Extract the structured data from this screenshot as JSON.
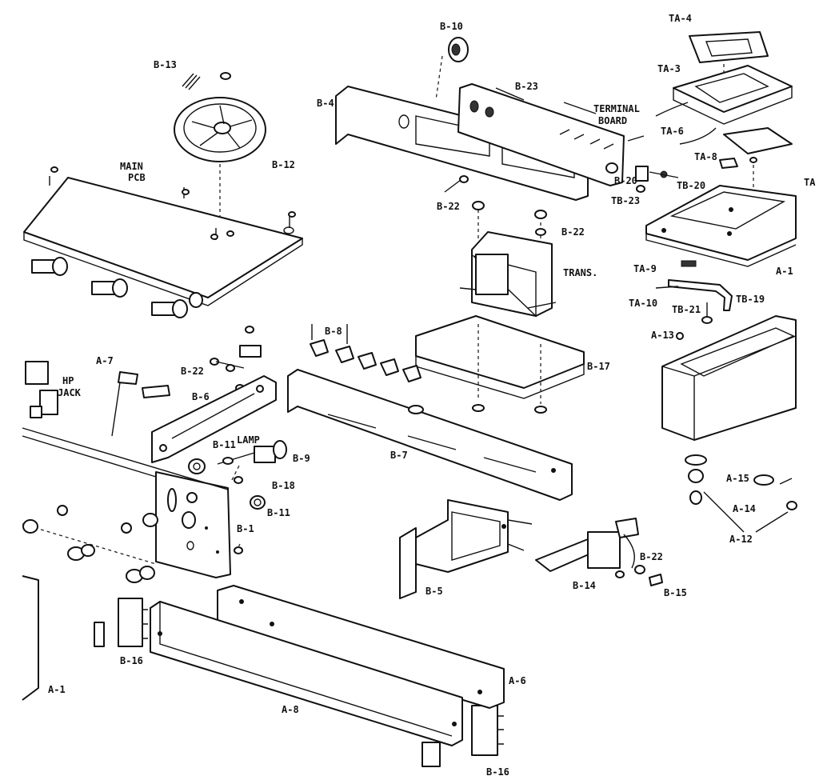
{
  "labels": {
    "b10": "B-10",
    "ta4": "TA-4",
    "b13": "B-13",
    "b23": "B-23",
    "ta3": "TA-3",
    "b4": "B-4",
    "terminal": "TERMINAL",
    "board": "BOARD",
    "ta6": "TA-6",
    "main": "MAIN",
    "pcb": "PCB",
    "b12": "B-12",
    "ta8": "TA-8",
    "b20": "B-20",
    "tb20": "TB-20",
    "ta_edge": "TA",
    "tb23": "TB-23",
    "b22a": "B-22",
    "b22b": "B-22",
    "trans": "TRANS.",
    "a1a": "A-1",
    "ta9": "TA-9",
    "tb19": "TB-19",
    "ta10": "TA-10",
    "tb21": "TB-21",
    "b8": "B-8",
    "a13": "A-13",
    "a7": "A-7",
    "b22c": "B-22",
    "b17": "B-17",
    "hp": "HP",
    "jack": "JACK",
    "b6": "B-6",
    "lamp": "LAMP",
    "b11a": "B-11",
    "b9": "B-9",
    "b7": "B-7",
    "a15": "A-15",
    "b18": "B-18",
    "a14": "A-14",
    "b11b": "B-11",
    "b1": "B-1",
    "a12": "A-12",
    "b22d": "B-22",
    "b5": "B-5",
    "b14": "B-14",
    "b15": "B-15",
    "b16a": "B-16",
    "a1b": "A-1",
    "a6": "A-6",
    "a8": "A-8",
    "b16b": "B-16"
  }
}
